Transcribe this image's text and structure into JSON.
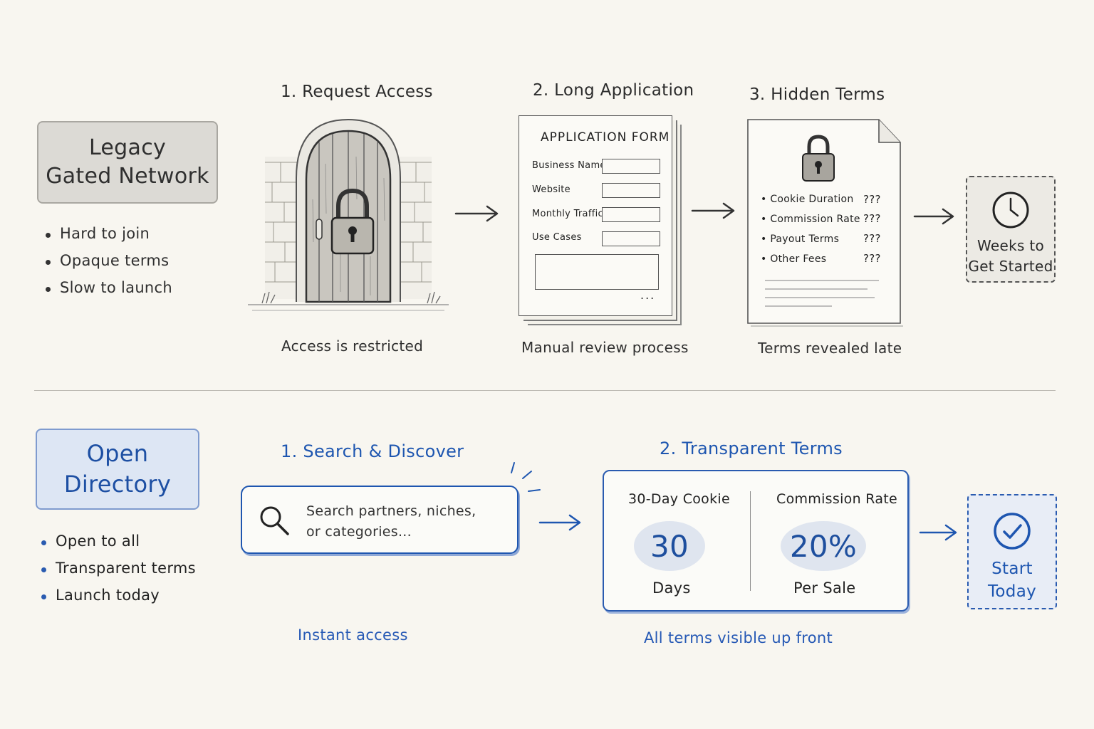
{
  "legacy": {
    "label_line1": "Legacy",
    "label_line2": "Gated Network",
    "bullets": [
      "Hard to join",
      "Opaque terms",
      "Slow to launch"
    ],
    "steps": [
      {
        "title": "1. Request Access",
        "caption": "Access is restricted",
        "icon": "locked-door-icon"
      },
      {
        "title": "2. Long Application",
        "caption": "Manual review process"
      },
      {
        "title": "3. Hidden Terms",
        "caption": "Terms revealed late",
        "icon": "padlock-icon"
      }
    ],
    "form": {
      "title": "APPLICATION FORM",
      "fields": [
        "Business Name",
        "Website",
        "Monthly Traffic",
        "Use Cases"
      ],
      "more": "..."
    },
    "terms": {
      "rows": [
        {
          "label": "Cookie Duration",
          "value": "???"
        },
        {
          "label": "Commission Rate",
          "value": "???"
        },
        {
          "label": "Payout Terms",
          "value": "???"
        },
        {
          "label": "Other Fees",
          "value": "???"
        }
      ]
    },
    "result": {
      "line1": "Weeks to",
      "line2": "Get Started",
      "icon": "clock-icon"
    }
  },
  "open": {
    "label_line1": "Open",
    "label_line2": "Directory",
    "bullets": [
      "Open to all",
      "Transparent terms",
      "Launch today"
    ],
    "steps": [
      {
        "title": "1. Search & Discover",
        "caption": "Instant access"
      },
      {
        "title": "2. Transparent Terms",
        "caption": "All terms visible up front"
      }
    ],
    "search": {
      "line1": "Search partners, niches,",
      "line2": "or categories...",
      "icon": "search-icon"
    },
    "cookie": {
      "title": "30-Day Cookie",
      "value": "30",
      "unit": "Days"
    },
    "commission": {
      "title": "Commission Rate",
      "value": "20%",
      "unit": "Per Sale"
    },
    "result": {
      "line1": "Start",
      "line2": "Today",
      "icon": "check-circle-icon"
    }
  },
  "colors": {
    "accent": "#1e56b0",
    "legacy_fill": "#dcdad5",
    "open_fill": "#dde6f4",
    "background": "#f8f6f0"
  }
}
